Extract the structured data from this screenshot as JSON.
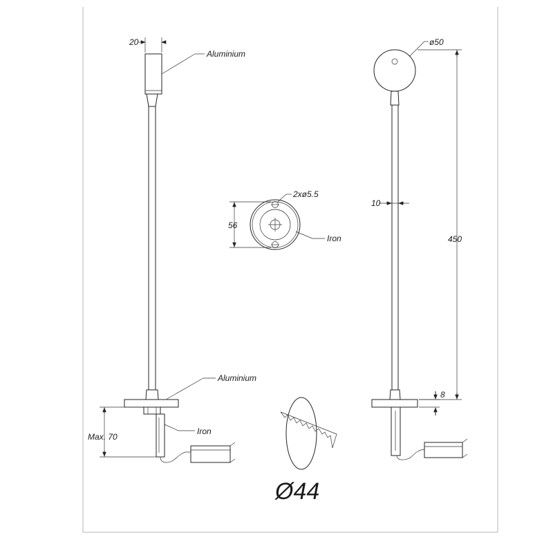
{
  "labels": {
    "top_material": "Aluminium",
    "base_material": "Aluminium",
    "bracket_material": "Iron",
    "plate_material": "Iron",
    "holes": "2xø5.5",
    "head_diameter": "ø50"
  },
  "dimensions": {
    "head_width": "20",
    "plate_height": "56",
    "stem_diameter": "10",
    "total_height": "450",
    "base_thickness": "8",
    "max_depth": "Max. 70"
  },
  "cutout": {
    "diameter": "Ø44"
  },
  "colors": {
    "line": "#222222",
    "frame": "#b5b5b5",
    "background": "#ffffff"
  }
}
